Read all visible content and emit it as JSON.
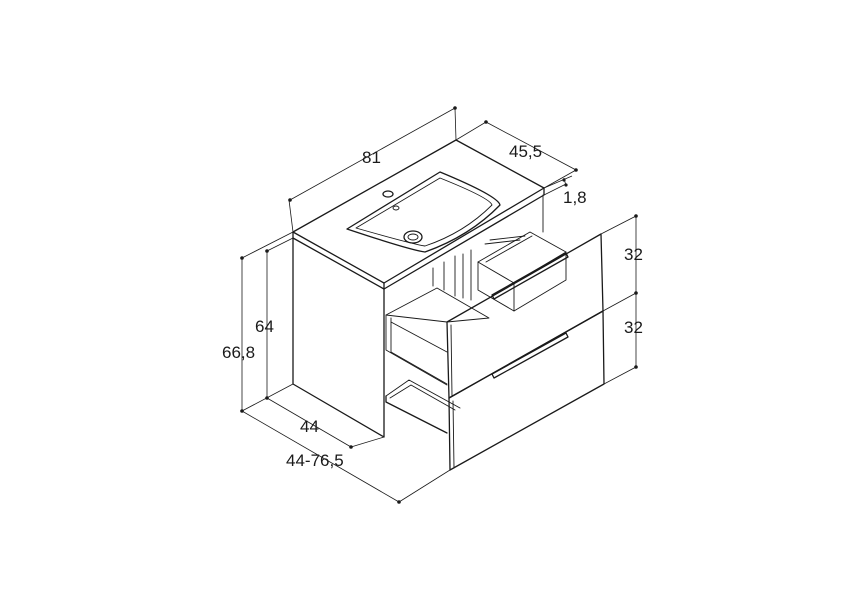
{
  "dimensions": {
    "width": "81",
    "depth": "45,5",
    "top_thickness": "1,8",
    "drawer_top_height": "32",
    "drawer_bottom_height": "32",
    "body_height": "64",
    "total_height": "66,8",
    "body_depth": "44",
    "extended_depth": "44-76,5"
  }
}
